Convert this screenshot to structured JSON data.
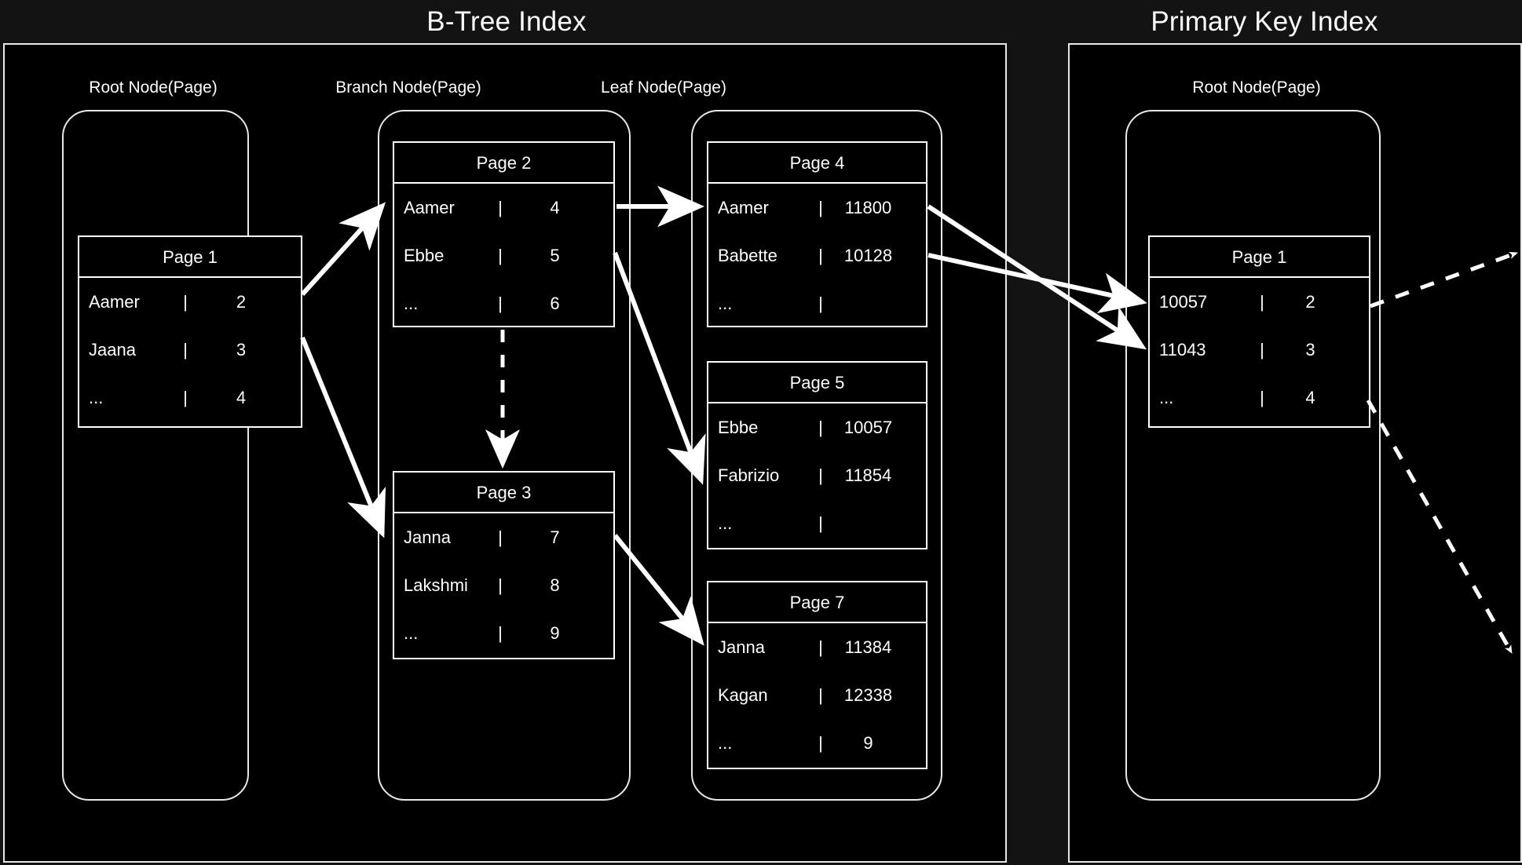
{
  "sections": [
    {
      "id": "btree",
      "title": "B-Tree Index"
    },
    {
      "id": "pk",
      "title": "Primary Key Index"
    }
  ],
  "btree": {
    "title": "B-Tree Index",
    "columns": [
      {
        "label": "Root Node(Page)"
      },
      {
        "label": "Branch Node(Page)"
      },
      {
        "label": "Leaf Node(Page)"
      }
    ],
    "root": {
      "pages": [
        {
          "title": "Page 1",
          "rows": [
            {
              "key": "Aamer",
              "sep": "|",
              "value": "2"
            },
            {
              "key": "Jaana",
              "sep": "|",
              "value": "3"
            },
            {
              "key": "...",
              "sep": "|",
              "value": "4"
            }
          ]
        }
      ]
    },
    "branch": {
      "pages": [
        {
          "title": "Page 2",
          "rows": [
            {
              "key": "Aamer",
              "sep": "|",
              "value": "4"
            },
            {
              "key": "Ebbe",
              "sep": "|",
              "value": "5"
            },
            {
              "key": "...",
              "sep": "|",
              "value": "6"
            }
          ]
        },
        {
          "title": "Page 3",
          "rows": [
            {
              "key": "Janna",
              "sep": "|",
              "value": "7"
            },
            {
              "key": "Lakshmi",
              "sep": "|",
              "value": "8"
            },
            {
              "key": "...",
              "sep": "|",
              "value": "9"
            }
          ]
        }
      ]
    },
    "leaf": {
      "pages": [
        {
          "title": "Page 4",
          "rows": [
            {
              "key": "Aamer",
              "sep": "|",
              "value": "11800"
            },
            {
              "key": "Babette",
              "sep": "|",
              "value": "10128"
            },
            {
              "key": "...",
              "sep": "|",
              "value": ""
            }
          ]
        },
        {
          "title": "Page 5",
          "rows": [
            {
              "key": "Ebbe",
              "sep": "|",
              "value": "10057"
            },
            {
              "key": "Fabrizio",
              "sep": "|",
              "value": "11854"
            },
            {
              "key": "...",
              "sep": "|",
              "value": ""
            }
          ]
        },
        {
          "title": "Page 7",
          "rows": [
            {
              "key": "Janna",
              "sep": "|",
              "value": "11384"
            },
            {
              "key": "Kagan",
              "sep": "|",
              "value": "12338"
            },
            {
              "key": "...",
              "sep": "|",
              "value": "9"
            }
          ]
        }
      ]
    }
  },
  "pk": {
    "title": "Primary Key Index",
    "columns": [
      {
        "label": "Root Node(Page)"
      }
    ],
    "root": {
      "pages": [
        {
          "title": "Page 1",
          "rows": [
            {
              "key": "10057",
              "sep": "|",
              "value": "2"
            },
            {
              "key": "11043",
              "sep": "|",
              "value": "3"
            },
            {
              "key": "...",
              "sep": "|",
              "value": "4"
            }
          ]
        }
      ]
    }
  },
  "colors": {
    "background": "#131313",
    "panel_fill": "#000000",
    "stroke": "#ffffff",
    "text": "#ffffff"
  }
}
